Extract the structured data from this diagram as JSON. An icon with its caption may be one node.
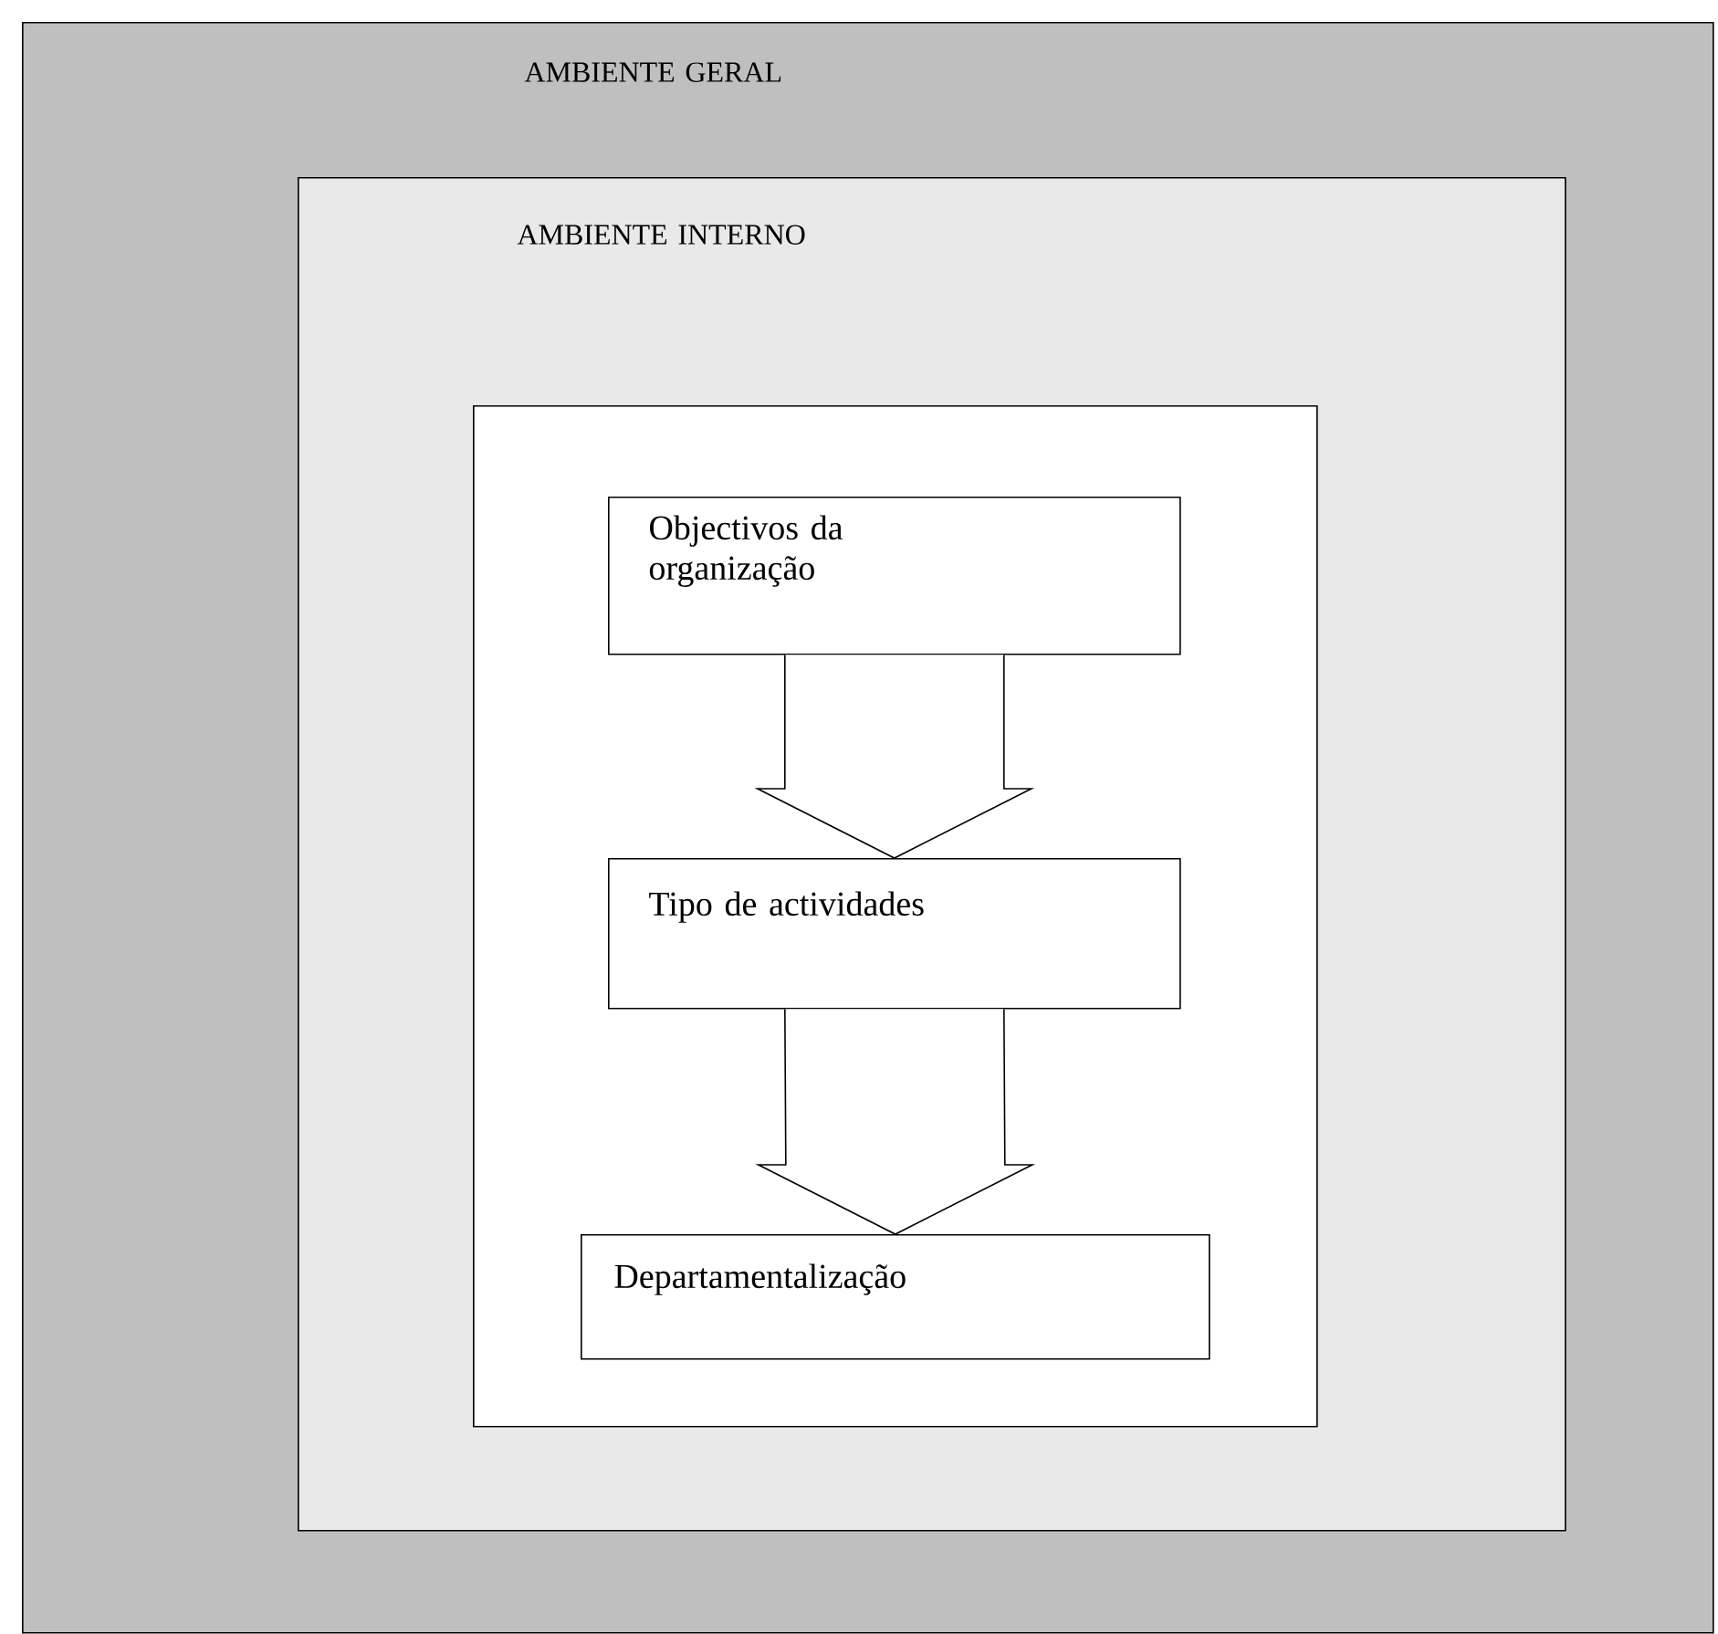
{
  "diagram": {
    "nodes": [
      {
        "text": [
          "AMBIENTE GERAL"
        ]
      },
      {
        "text": [
          "AMBIENTE INTERNO"
        ],
        "in": 0
      },
      {
        "text": [],
        "shape": "box",
        "in": 1
      },
      {
        "text": [
          "Objectivos da organização"
        ],
        "in": 2
      },
      {
        "text": [
          "Tipo de actividades"
        ],
        "in": 2
      },
      {
        "text": [
          "Departamentalização"
        ],
        "in": 2
      }
    ],
    "edges": [
      {
        "from": 3,
        "to": 4,
        "arrow": "to"
      },
      {
        "from": 4,
        "to": 5,
        "arrow": "to"
      }
    ]
  }
}
